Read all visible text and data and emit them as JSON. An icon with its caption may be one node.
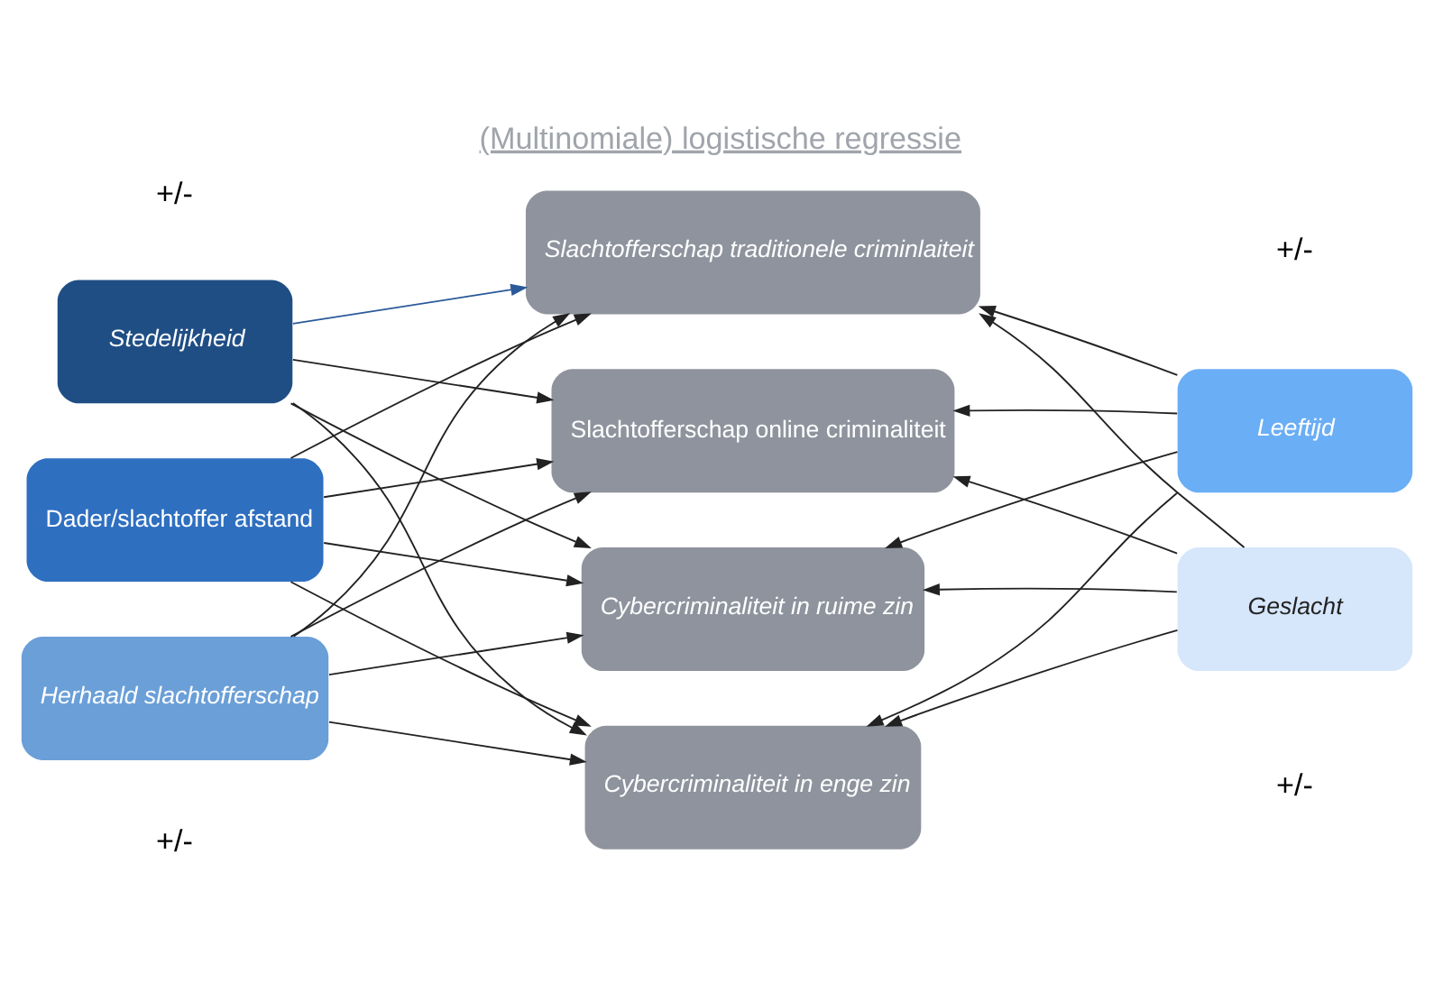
{
  "diagram": {
    "title": "(Multinomiale) logistische regressie",
    "nodes": [
      {
        "text": [
          "Stedelijkheid"
        ]
      },
      {
        "text": [
          "Dader/slachtoffer afstand"
        ]
      },
      {
        "text": [
          "Herhaald slachtofferschap"
        ]
      },
      {
        "text": [
          "Slachtofferschap traditionele criminlaiteit"
        ]
      },
      {
        "text": [
          "Slachtofferschap online criminaliteit"
        ]
      },
      {
        "text": [
          "Cybercriminaliteit in ruime zin"
        ]
      },
      {
        "text": [
          "Cybercriminaliteit in enge zin"
        ]
      },
      {
        "text": [
          "Leeftijd"
        ]
      },
      {
        "text": [
          "Geslacht"
        ]
      }
    ],
    "edges": [
      {
        "from": 0,
        "to": 3,
        "arrow": "to",
        "color": "#2b5a9a"
      },
      {
        "from": 0,
        "to": 4,
        "arrow": "to"
      },
      {
        "from": 0,
        "to": 5,
        "arrow": "to"
      },
      {
        "from": 0,
        "to": 6,
        "arrow": "to"
      },
      {
        "from": 1,
        "to": 3,
        "arrow": "to"
      },
      {
        "from": 1,
        "to": 4,
        "arrow": "to"
      },
      {
        "from": 1,
        "to": 5,
        "arrow": "to"
      },
      {
        "from": 1,
        "to": 6,
        "arrow": "to"
      },
      {
        "from": 2,
        "to": 3,
        "arrow": "to"
      },
      {
        "from": 2,
        "to": 4,
        "arrow": "to"
      },
      {
        "from": 2,
        "to": 5,
        "arrow": "to"
      },
      {
        "from": 2,
        "to": 6,
        "arrow": "to"
      },
      {
        "from": 7,
        "to": 3,
        "arrow": "to"
      },
      {
        "from": 7,
        "to": 4,
        "arrow": "to"
      },
      {
        "from": 7,
        "to": 5,
        "arrow": "to"
      },
      {
        "from": 7,
        "to": 6,
        "arrow": "to"
      },
      {
        "from": 8,
        "to": 3,
        "arrow": "to"
      },
      {
        "from": 8,
        "to": 4,
        "arrow": "to"
      },
      {
        "from": 8,
        "to": 5,
        "arrow": "to"
      },
      {
        "from": 8,
        "to": 6,
        "arrow": "to"
      }
    ],
    "labels": [
      "+/-",
      "+/-",
      "+/-",
      "+/-"
    ]
  }
}
